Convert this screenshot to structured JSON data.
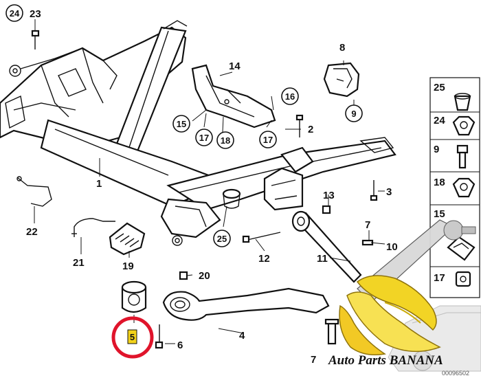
{
  "callouts": {
    "c1": "1",
    "c2": "2",
    "c3": "3",
    "c4": "4",
    "c5": "5",
    "c6": "6",
    "c7": "7",
    "c8": "8",
    "c9": "9",
    "c10": "10",
    "c11": "11",
    "c12": "12",
    "c13": "13",
    "c14": "14",
    "c15": "15",
    "c16": "16",
    "c17a": "17",
    "c17b": "17",
    "c18": "18",
    "c19": "19",
    "c20": "20",
    "c21": "21",
    "c22": "22",
    "c23": "23",
    "c24": "24",
    "c25": "25",
    "c7b": "7"
  },
  "legend": {
    "items": [
      {
        "label": "25"
      },
      {
        "label": "24"
      },
      {
        "label": "9"
      },
      {
        "label": "18"
      },
      {
        "label": "15"
      },
      {
        "label": "17"
      }
    ]
  },
  "watermark": {
    "brand": "Auto Parts BANANA",
    "code": "00096502",
    "icon": "banana-logo-icon"
  },
  "highlight": {
    "color": "#e0142b",
    "part_color": "#f2d21a"
  }
}
